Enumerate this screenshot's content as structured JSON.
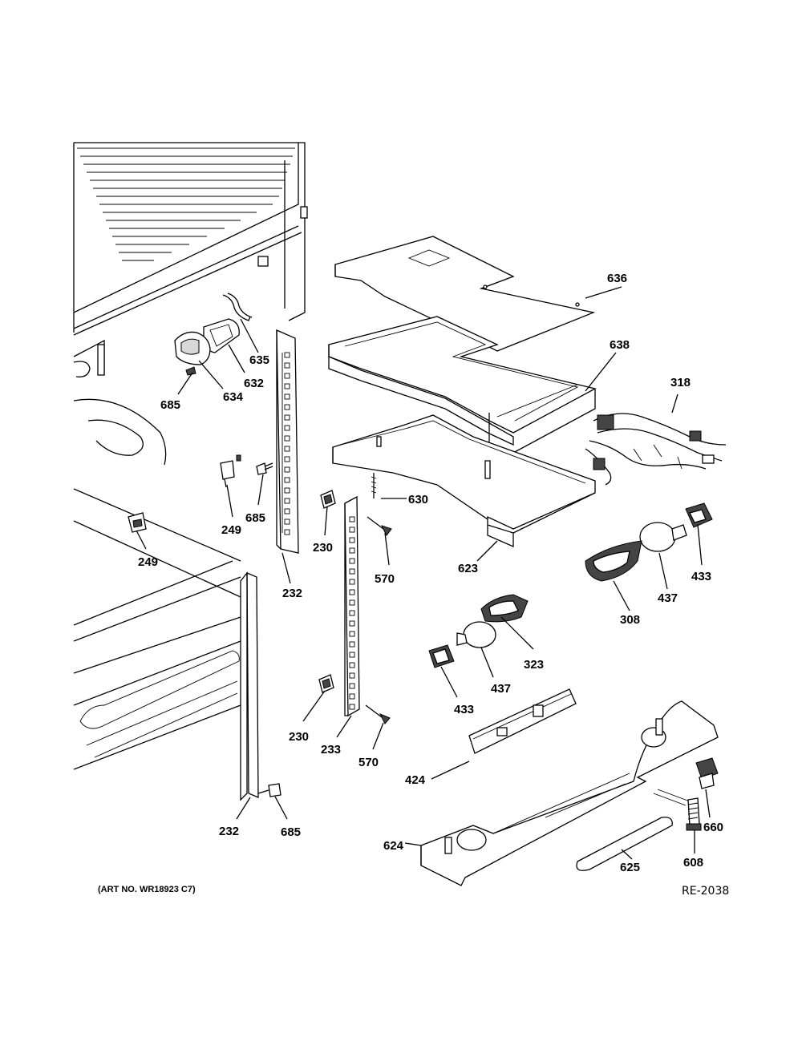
{
  "diagram": {
    "art_number": "(ART NO. WR18923 C7)",
    "reference": "RE-2038",
    "callouts": [
      "636",
      "638",
      "318",
      "635",
      "632",
      "634",
      "685",
      "685",
      "249",
      "249",
      "230",
      "232",
      "630",
      "570",
      "623",
      "308",
      "437",
      "433",
      "437",
      "323",
      "433",
      "230",
      "233",
      "570",
      "424",
      "232",
      "685",
      "624",
      "625",
      "660",
      "608"
    ]
  }
}
